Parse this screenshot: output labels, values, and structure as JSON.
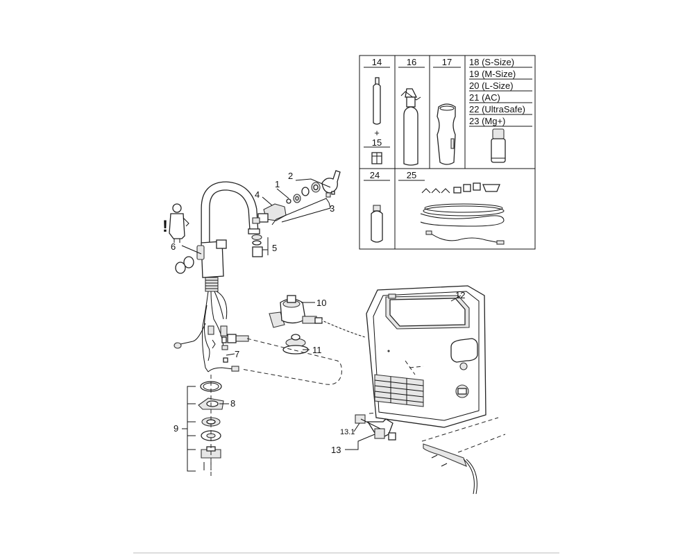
{
  "diagram": {
    "callouts": {
      "c1": "1",
      "c2": "2",
      "c3": "3",
      "c4": "4",
      "c5": "5",
      "c6": "6",
      "c7": "7",
      "c8": "8",
      "c9": "9",
      "c10": "10",
      "c11": "11",
      "c12": "12",
      "c13": "13",
      "c13_1": "13.1"
    },
    "accessory_table": {
      "c14": "14",
      "plus": "+",
      "c15": "15",
      "c16": "16",
      "c17": "17",
      "c18": "18 (S-Size)",
      "c19": "19 (M-Size)",
      "c20": "20 (L-Size)",
      "c21": "21 (AC)",
      "c22": "22 (UltraSafe)",
      "c23": "23 (Mg+)",
      "c24": "24",
      "c25": "25"
    },
    "warning_symbol": "!"
  }
}
